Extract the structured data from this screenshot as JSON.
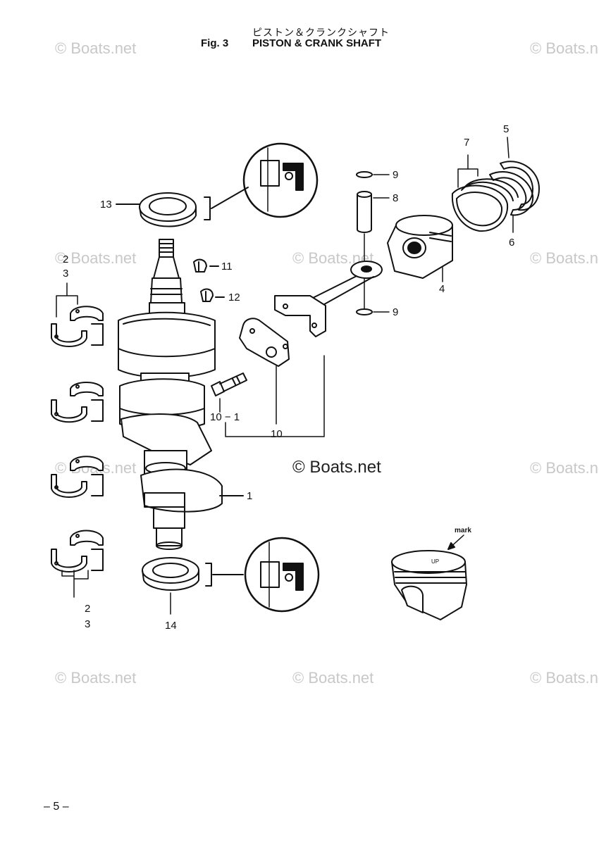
{
  "header": {
    "title_jp": "ピストン＆クランクシャフト",
    "fig_label": "Fig. 3",
    "title_en": "PISTON & CRANK SHAFT"
  },
  "watermark": {
    "text": "© Boats.net",
    "center_text": "© Boats.net"
  },
  "callouts": {
    "c1": "1",
    "c2_top": "2",
    "c3_top": "3",
    "c2_bottom": "2",
    "c3_bottom": "3",
    "c4": "4",
    "c5": "5",
    "c6": "6",
    "c7": "7",
    "c8": "8",
    "c9_top": "9",
    "c9_bottom": "9",
    "c10": "10",
    "c10_1": "10 − 1",
    "c11": "11",
    "c12": "12",
    "c13": "13",
    "c14": "14",
    "mark": "mark"
  },
  "footer": {
    "page_number": "– 5 –"
  }
}
